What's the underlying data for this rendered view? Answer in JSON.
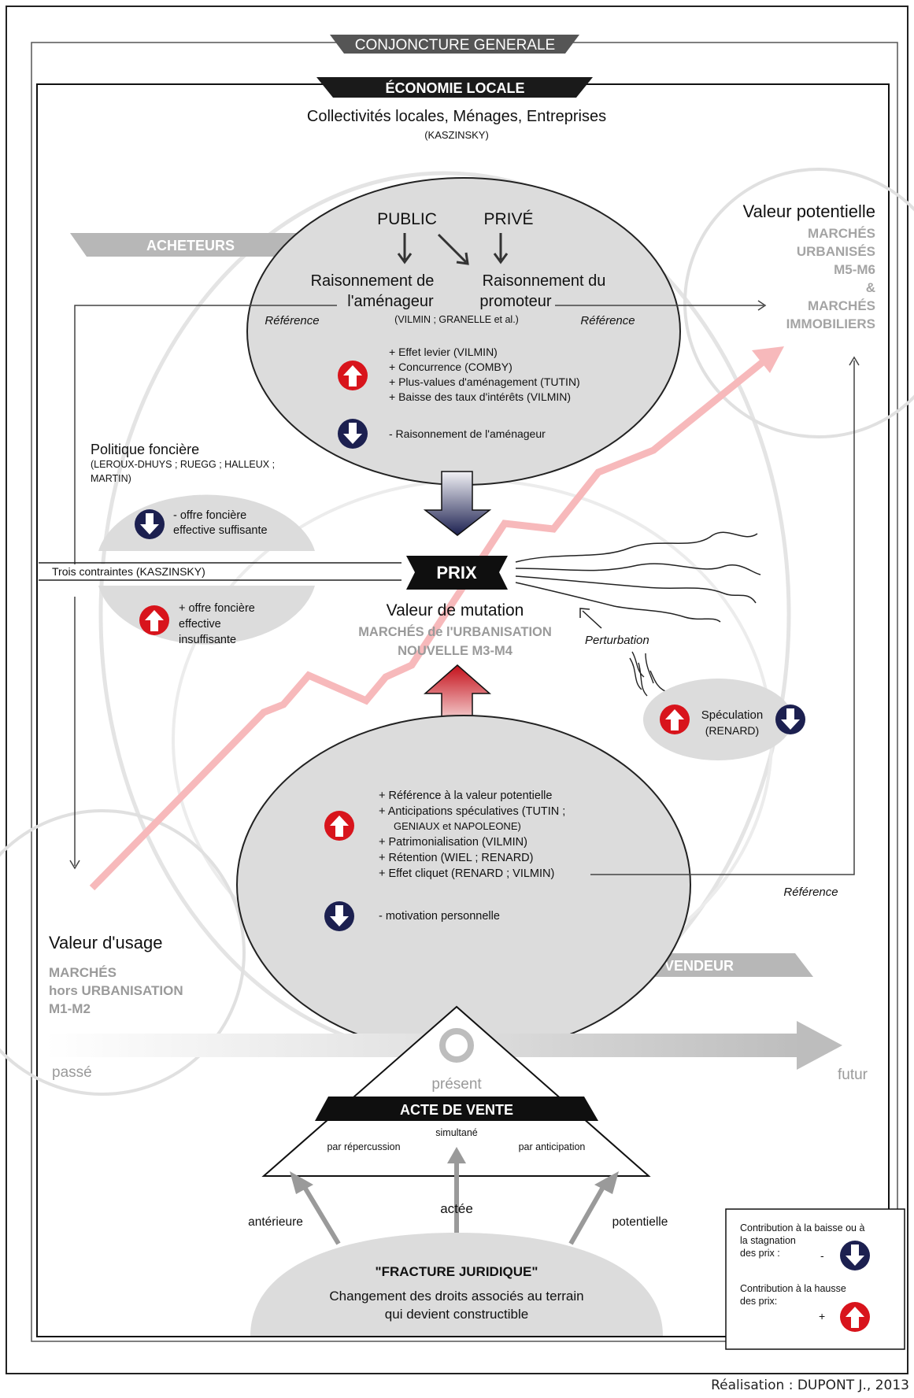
{
  "banners": {
    "conjoncture": "CONJONCTURE GENERALE",
    "economie": "ÉCONOMIE LOCALE"
  },
  "actors": {
    "line": "Collectivités locales, Ménages, Entreprises",
    "ref": "(KASZINSKY)"
  },
  "acheteurs_label": "ACHETEURS",
  "vendeur_label": "VENDEUR",
  "buyers": {
    "public": "PUBLIC",
    "prive": "PRIVÉ",
    "amenageur_1": "Raisonnement de",
    "amenageur_2": "l'aménageur",
    "promoteur_1": "Raisonnement du",
    "promoteur_2": "promoteur",
    "refs": "(VILMIN ; GRANELLE et al.)",
    "reference_left": "Référence",
    "reference_right": "Référence",
    "plus_items": [
      "+ Effet levier (VILMIN)",
      "+ Concurrence (COMBY)",
      "+ Plus-values d'aménagement (TUTIN)",
      "+ Baisse des taux d'intérêts (VILMIN)"
    ],
    "minus_item": "- Raisonnement de l'aménageur"
  },
  "potentielle": {
    "title": "Valeur potentielle",
    "m1": "MARCHÉS",
    "m2": "URBANISÉS",
    "m3": "M5-M6",
    "amp": "&",
    "m4": "MARCHÉS",
    "m5": "IMMOBILIERS"
  },
  "politique": {
    "title": "Politique foncière",
    "refs1": "(LEROUX-DHUYS ; RUEGG ; HALLEUX ;",
    "refs2": "MARTIN)",
    "minus_1": "- offre foncière",
    "minus_2": "effective suffisante",
    "plus_1": "+ offre foncière",
    "plus_2": "effective",
    "plus_3": "insuffisante"
  },
  "contraintes": "Trois contraintes (KASZINSKY)",
  "prix": "PRIX",
  "mutation": {
    "title": "Valeur de mutation",
    "m1": "MARCHÉS de l'URBANISATION",
    "m2": "NOUVELLE  M3-M4"
  },
  "perturbation": "Perturbation",
  "speculation": {
    "label": "Spéculation",
    "ref": "(RENARD)"
  },
  "seller": {
    "items": [
      "+ Référence à  la valeur potentielle",
      "+ Anticipations spéculatives (TUTIN ;",
      "GENIAUX et NAPOLEONE)",
      "+ Patrimonialisation (VILMIN)",
      "+ Rétention (WIEL ; RENARD)",
      "+ Effet cliquet (RENARD ; VILMIN)"
    ],
    "minus_item": "- motivation personnelle",
    "reference": "Référence"
  },
  "usage": {
    "title": "Valeur d'usage",
    "m1": "MARCHÉS",
    "m2": "hors URBANISATION",
    "m3": "M1-M2"
  },
  "timeline": {
    "passe": "passé",
    "present": "présent",
    "futur": "futur"
  },
  "acte": {
    "title": "ACTE DE VENTE",
    "repercussion": "par répercussion",
    "simultane": "simultané",
    "anticipation": "par anticipation",
    "anterieure": "antérieure",
    "actee": "actée",
    "potentielle": "potentielle"
  },
  "fracture": {
    "title": "\"FRACTURE JURIDIQUE\"",
    "line1": "Changement des droits associés au terrain",
    "line2": "qui devient constructible"
  },
  "legend": {
    "baisse_1": "Contribution à la baisse ou à",
    "baisse_2": "la stagnation",
    "baisse_3": "des prix :",
    "baisse_sign": "-",
    "hausse_1": "Contribution à la hausse",
    "hausse_2": "des prix:",
    "hausse_sign": "+"
  },
  "credit": "Réalisation : DUPONT J., 2013",
  "colors": {
    "navy": "#1c2050",
    "red": "#d8141c",
    "pink": "#f7b9bb",
    "grey_fill": "#dcdcdc",
    "grey_text": "#9a9a9a",
    "banner": "#1a1a1a"
  }
}
